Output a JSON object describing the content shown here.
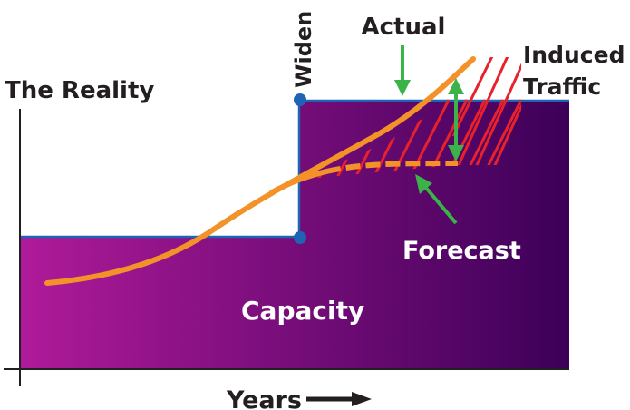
{
  "title": "The Reality",
  "event_label": "Widen",
  "capacity_label": "Capacity",
  "actual_label": "Actual",
  "forecast_label": "Forecast",
  "induced_label_line1": "Induced",
  "induced_label_line2": "Traffic",
  "x_axis_label": "Years",
  "colors": {
    "capacity_left": "#b01a9a",
    "capacity_right": "#3c0058",
    "traffic_line": "#f4922a",
    "induced_hatch": "#e8212b",
    "pointer_arrow": "#3ab449",
    "boundary": "#1f63b5",
    "axis": "#231f20",
    "text_light": "#ffffff",
    "text_dark": "#231f20"
  },
  "icons": {
    "years_arrow": "right-arrow-icon",
    "actual_pointer": "down-arrow-icon",
    "forecast_pointer": "diagonal-arrow-icon",
    "induced_gap": "double-arrow-icon"
  }
}
